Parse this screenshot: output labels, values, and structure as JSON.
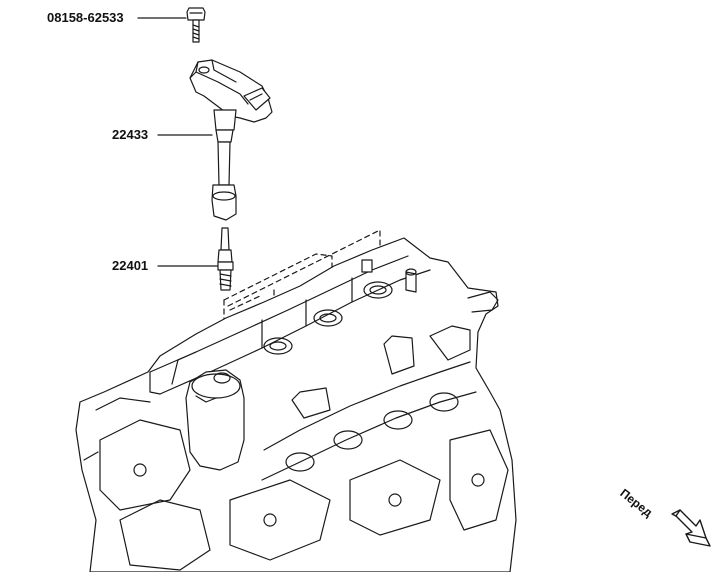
{
  "callouts": {
    "bolt": "08158-62533",
    "ignition_coil": "22433",
    "spark_plug": "22401"
  },
  "direction": {
    "label": "Перед"
  }
}
